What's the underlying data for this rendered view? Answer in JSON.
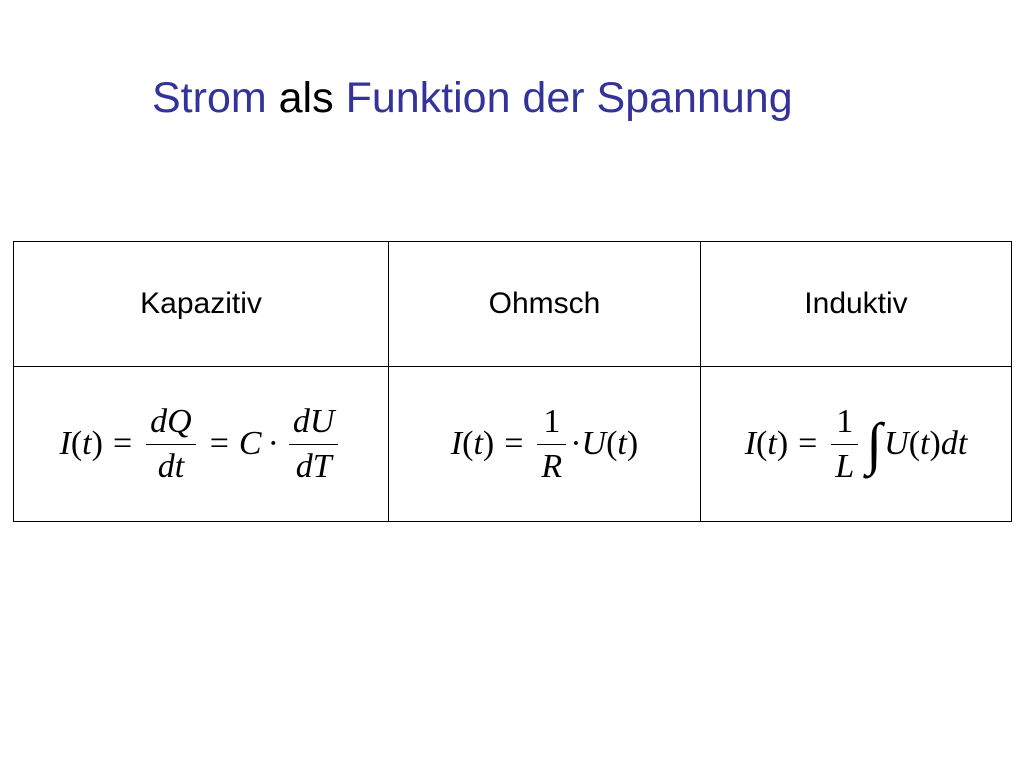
{
  "slide": {
    "title_part1": "Strom",
    "title_part2": "als",
    "title_part3": "Funktion der Spannung",
    "accent_color": "#333399"
  },
  "table": {
    "headers": [
      "Kapazitiv",
      "Ohmsch",
      "Induktiv"
    ],
    "capacitive": {
      "lhs": "I",
      "arg": "t",
      "paren_open": "(",
      "paren_close": ")",
      "eq": "=",
      "frac1_num": "dQ",
      "frac1_den": "dt",
      "const": "C",
      "dot": "·",
      "frac2_num": "dU",
      "frac2_den": "dT"
    },
    "ohmic": {
      "lhs": "I",
      "arg": "t",
      "paren_open": "(",
      "paren_close": ")",
      "eq": "=",
      "frac_num": "1",
      "frac_den": "R",
      "dot": "·",
      "func": "U",
      "func_arg": "t"
    },
    "inductive": {
      "lhs": "I",
      "arg": "t",
      "paren_open": "(",
      "paren_close": ")",
      "eq": "=",
      "frac_num": "1",
      "frac_den": "L",
      "integral": "∫",
      "func": "U",
      "func_arg": "t",
      "differential": "dt"
    }
  }
}
